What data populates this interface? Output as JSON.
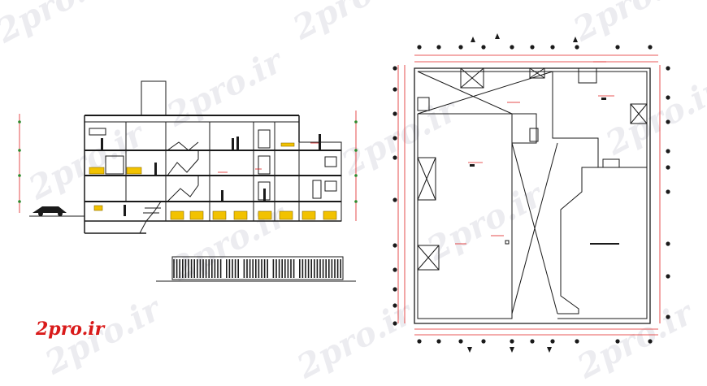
{
  "brand": {
    "logo_text": "2pro.ir",
    "watermark_text": "2pro.ir",
    "logo_color": "#d91a1a"
  },
  "colors": {
    "line": "#1a1a1a",
    "dimension": "#e02020",
    "grid_marker": "#2e8b2e",
    "furniture": "#f2c200",
    "background": "#ffffff"
  },
  "drawing": {
    "views": [
      "building-section",
      "elevation-strip",
      "floor-plan"
    ]
  }
}
